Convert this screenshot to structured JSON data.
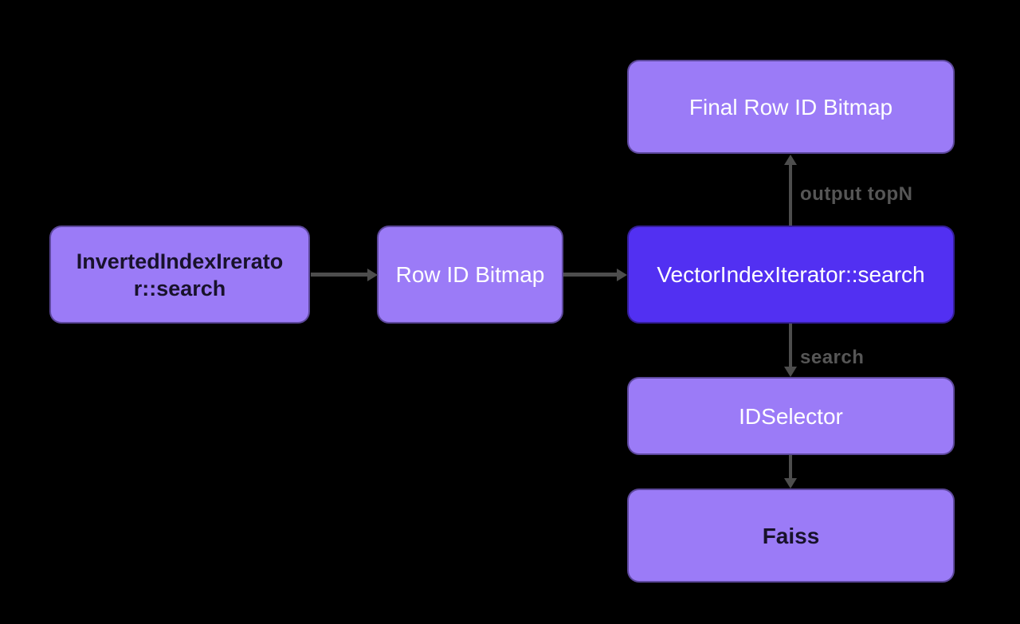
{
  "diagram": {
    "nodes": {
      "inverted_index_search": {
        "label": "InvertedIndexIrerator::search"
      },
      "row_id_bitmap": {
        "label": "Row ID Bitmap"
      },
      "vector_index_search": {
        "label": "VectorIndexIterator::search"
      },
      "final_row_id_bitmap": {
        "label": "Final Row ID Bitmap"
      },
      "id_selector": {
        "label": "IDSelector"
      },
      "faiss": {
        "label": "Faiss"
      }
    },
    "edges": [
      {
        "from": "inverted_index_search",
        "to": "row_id_bitmap",
        "label": ""
      },
      {
        "from": "row_id_bitmap",
        "to": "vector_index_search",
        "label": ""
      },
      {
        "from": "vector_index_search",
        "to": "final_row_id_bitmap",
        "label": "output topN"
      },
      {
        "from": "vector_index_search",
        "to": "id_selector",
        "label": "search"
      },
      {
        "from": "id_selector",
        "to": "faiss",
        "label": ""
      }
    ],
    "colors": {
      "background": "#000000",
      "node_light": "#9b7bf7",
      "node_dark": "#5230f2",
      "text_light": "#ffffff",
      "text_dark": "#18122b",
      "arrow": "#4d4d4d",
      "edge_label_text": "#565656"
    }
  }
}
